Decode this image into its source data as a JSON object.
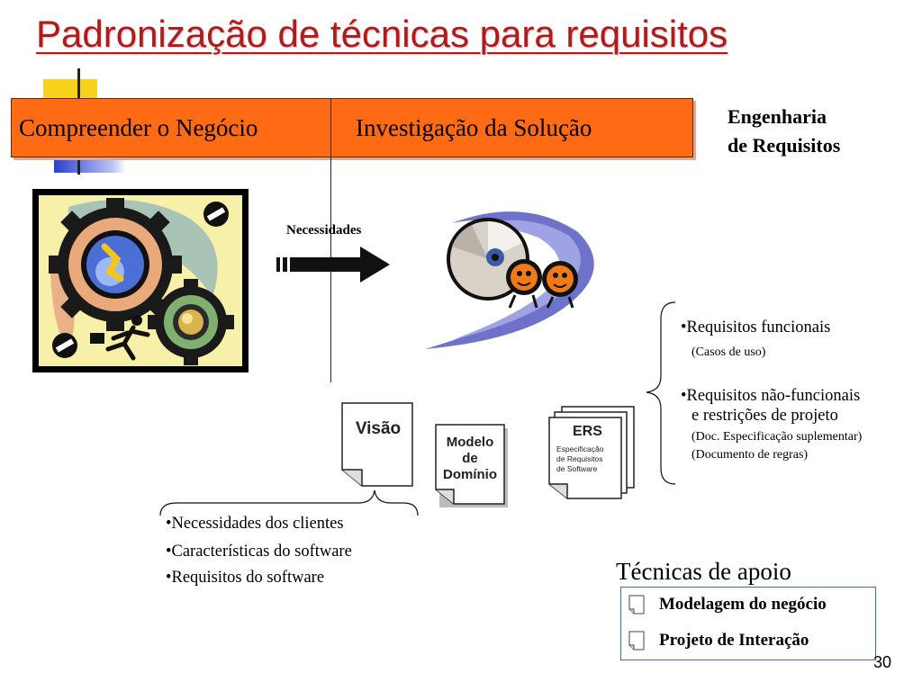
{
  "title": "Padronização de técnicas para requisitos",
  "phases": [
    {
      "label": "Compreender o Negócio"
    },
    {
      "label": "Investigação da Solução"
    }
  ],
  "engineering": {
    "line1": "Engenharia",
    "line2": "de Requisitos"
  },
  "arrow_label": "Necessidades",
  "requirements": {
    "functional": "•Requisitos funcionais",
    "functional_sub": "(Casos de uso)",
    "nonfunctional_line1": "•Requisitos não-funcionais",
    "nonfunctional_line2": "e restrições de projeto",
    "nonfunctional_sub1": "(Doc. Especificação suplementar)",
    "nonfunctional_sub2": "(Documento de regras)"
  },
  "documents": {
    "vision": "Visão",
    "domain_model": [
      "Modelo",
      "de",
      "Domínio"
    ],
    "ers_title": "ERS",
    "ers_sub": [
      "Especificação",
      "de Requisitos",
      "de Software"
    ]
  },
  "vision_items": [
    "•Necessidades dos clientes",
    "•Características do software",
    "•Requisitos do software"
  ],
  "support": {
    "title": "Técnicas de apoio",
    "items": [
      "Modelagem do negócio",
      "Projeto de Interação"
    ]
  },
  "page_number": "30",
  "colors": {
    "title": "#b01a1a",
    "phase_bar": "#ff6a14",
    "box_border": "#3a6fb8",
    "accent_yellow": "#f7d21a",
    "accent_blue": "#2a3fcf"
  }
}
